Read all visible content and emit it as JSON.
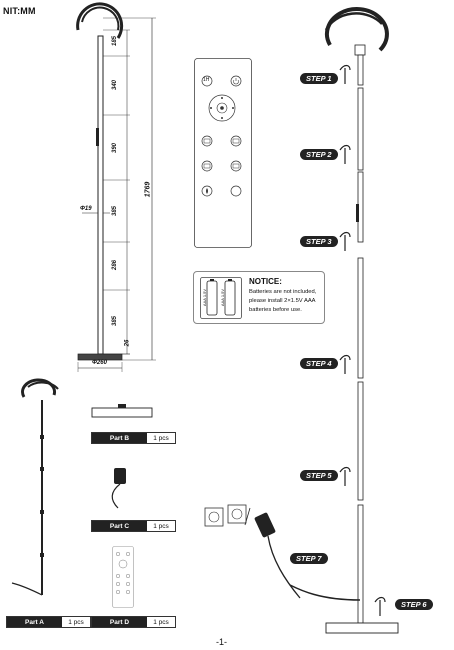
{
  "unit_label": "NIT:MM",
  "dimensions": {
    "total_height": "1769",
    "seg_top": "185",
    "seg_2": "340",
    "seg_3": "390",
    "seg_4": "385",
    "seg_5": "286",
    "seg_6": "385",
    "base_height": "26",
    "pole_diameter": "Φ19",
    "base_diameter": "Φ260"
  },
  "remote": {
    "buttons": [
      "1H",
      "power",
      "brightness-up",
      "color-temp",
      "brightness-down",
      "mode-1",
      "mode-2",
      "mode-3",
      "mode-4",
      "mode-5",
      "mode-6"
    ],
    "top_left_label": "1H"
  },
  "notice": {
    "title": "NOTICE:",
    "lines": [
      "Batteries are not included,",
      "please install 2×1.5V AAA",
      "batteries before use."
    ],
    "battery_label": "AAA 1.5V"
  },
  "steps": [
    "STEP 1",
    "STEP 2",
    "STEP 3",
    "STEP 4",
    "STEP 5",
    "STEP 6",
    "STEP 7"
  ],
  "parts": [
    {
      "label": "Part A",
      "qty": "1 pcs"
    },
    {
      "label": "Part B",
      "qty": "1 pcs"
    },
    {
      "label": "Part C",
      "qty": "1 pcs"
    },
    {
      "label": "Part D",
      "qty": "1 pcs"
    }
  ],
  "page_number": "-1-"
}
